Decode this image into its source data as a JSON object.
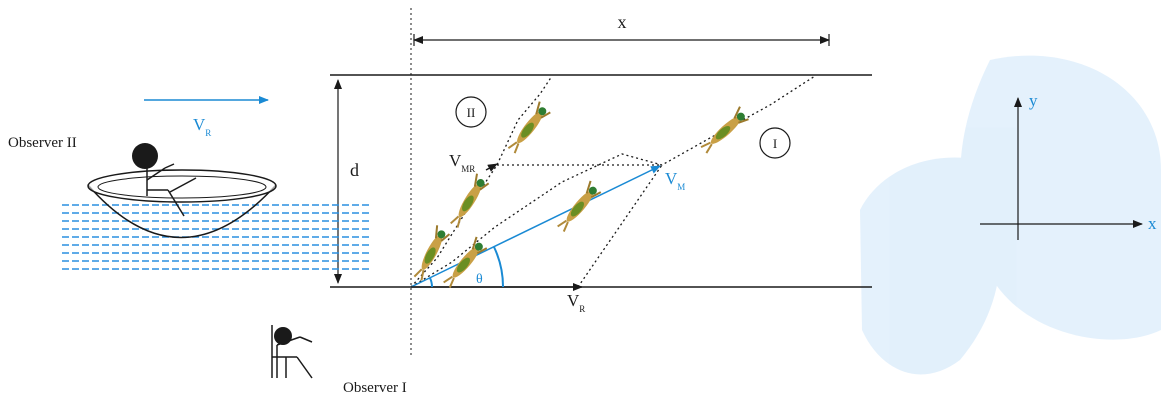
{
  "labels": {
    "x_distance": "x",
    "d_distance": "d",
    "region_one": "I",
    "region_two": "II",
    "observer_one": "Observer I",
    "observer_two": "Observer II",
    "vr_main": "V",
    "vr_main_sub": "R",
    "vr_boat": "V",
    "vr_boat_sub": "R",
    "vm": "V",
    "vm_sub": "M",
    "vmr": "V",
    "vmr_sub": "MR",
    "angle": "θ",
    "axis_x": "x",
    "axis_y": "y"
  },
  "colors": {
    "ink": "#1a1a1a",
    "vector": "#1a8ad4",
    "water": "#2a8fe0",
    "watermark": "#1e88e5",
    "swimmer_body": "#b8860b",
    "swimmer_cap": "#2e7d32"
  },
  "icons": {
    "swimmer": "swimmer-icon",
    "boat": "boat-icon",
    "seated_person": "seated-person-icon"
  }
}
